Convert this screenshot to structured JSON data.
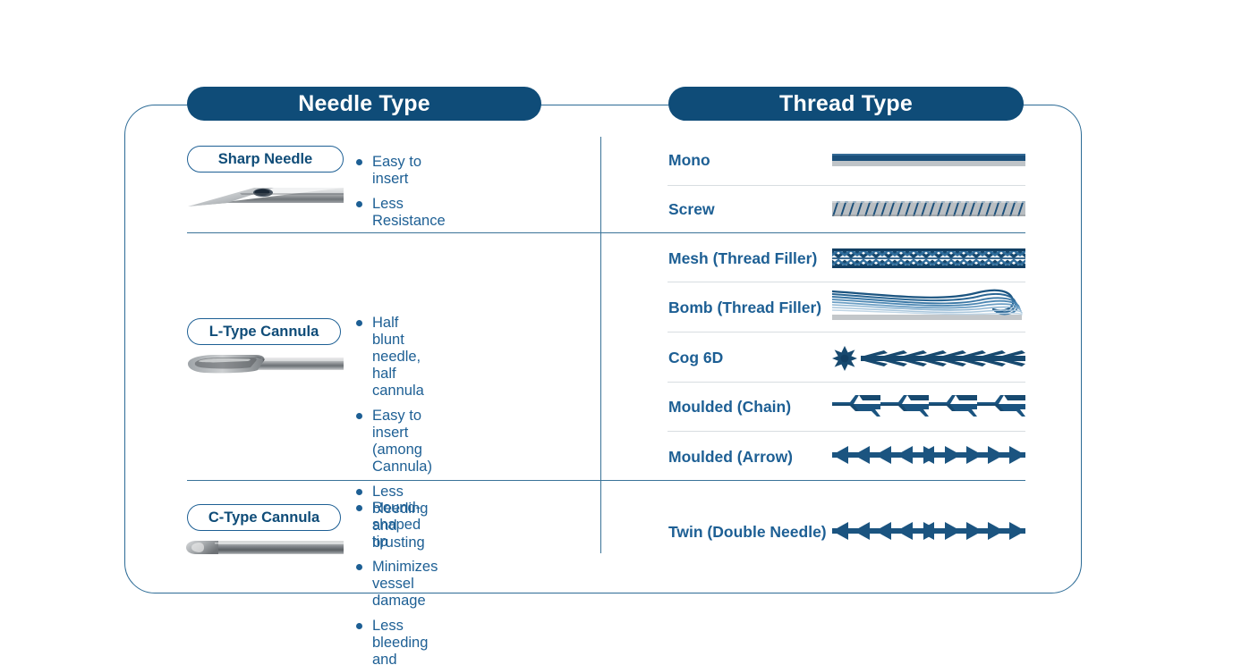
{
  "diagram": {
    "title_left": "Needle Type",
    "title_right": "Thread Type"
  },
  "needle_column": {
    "header": "Needle Type",
    "items": [
      {
        "name": "Sharp Needle",
        "icon": "sharp-needle-photo",
        "bullets": [
          "Easy to insert",
          "Less Resistance"
        ]
      },
      {
        "name": "L-Type Cannula",
        "icon": "l-type-cannula-photo",
        "bullets": [
          "Half blunt needle, half cannula",
          "Easy to insert (among Cannula)",
          "Less bleeding and brusting"
        ]
      },
      {
        "name": "C-Type Cannula",
        "icon": "c-type-cannula-photo",
        "bullets": [
          "Round-shaped tip",
          "Minimizes vessel damage",
          "Less bleeding and bruising"
        ]
      }
    ]
  },
  "thread_column": {
    "header": "Thread Type",
    "items": [
      {
        "label": "Mono",
        "art": "mono-thread-art"
      },
      {
        "label": "Screw",
        "art": "screw-thread-art"
      },
      {
        "label": "Mesh (Thread Filler)",
        "art": "mesh-thread-art"
      },
      {
        "label": "Bomb (Thread Filler)",
        "art": "bomb-thread-art"
      },
      {
        "label": "Cog 6D",
        "art": "cog-6d-thread-art"
      },
      {
        "label": "Moulded (Chain)",
        "art": "moulded-chain-thread-art"
      },
      {
        "label": "Moulded (Arrow)",
        "art": "moulded-arrow-thread-art"
      },
      {
        "label": "Twin (Double Needle)",
        "art": "twin-double-needle-thread-art"
      }
    ]
  },
  "colors": {
    "brand_dark_blue": "#0f4c78",
    "accent_blue": "#1d5f94",
    "frame_border": "#2c6b96",
    "row_rule": "#d8dde1",
    "thread_base_gray": "#bfc4c8",
    "background": "#ffffff"
  }
}
